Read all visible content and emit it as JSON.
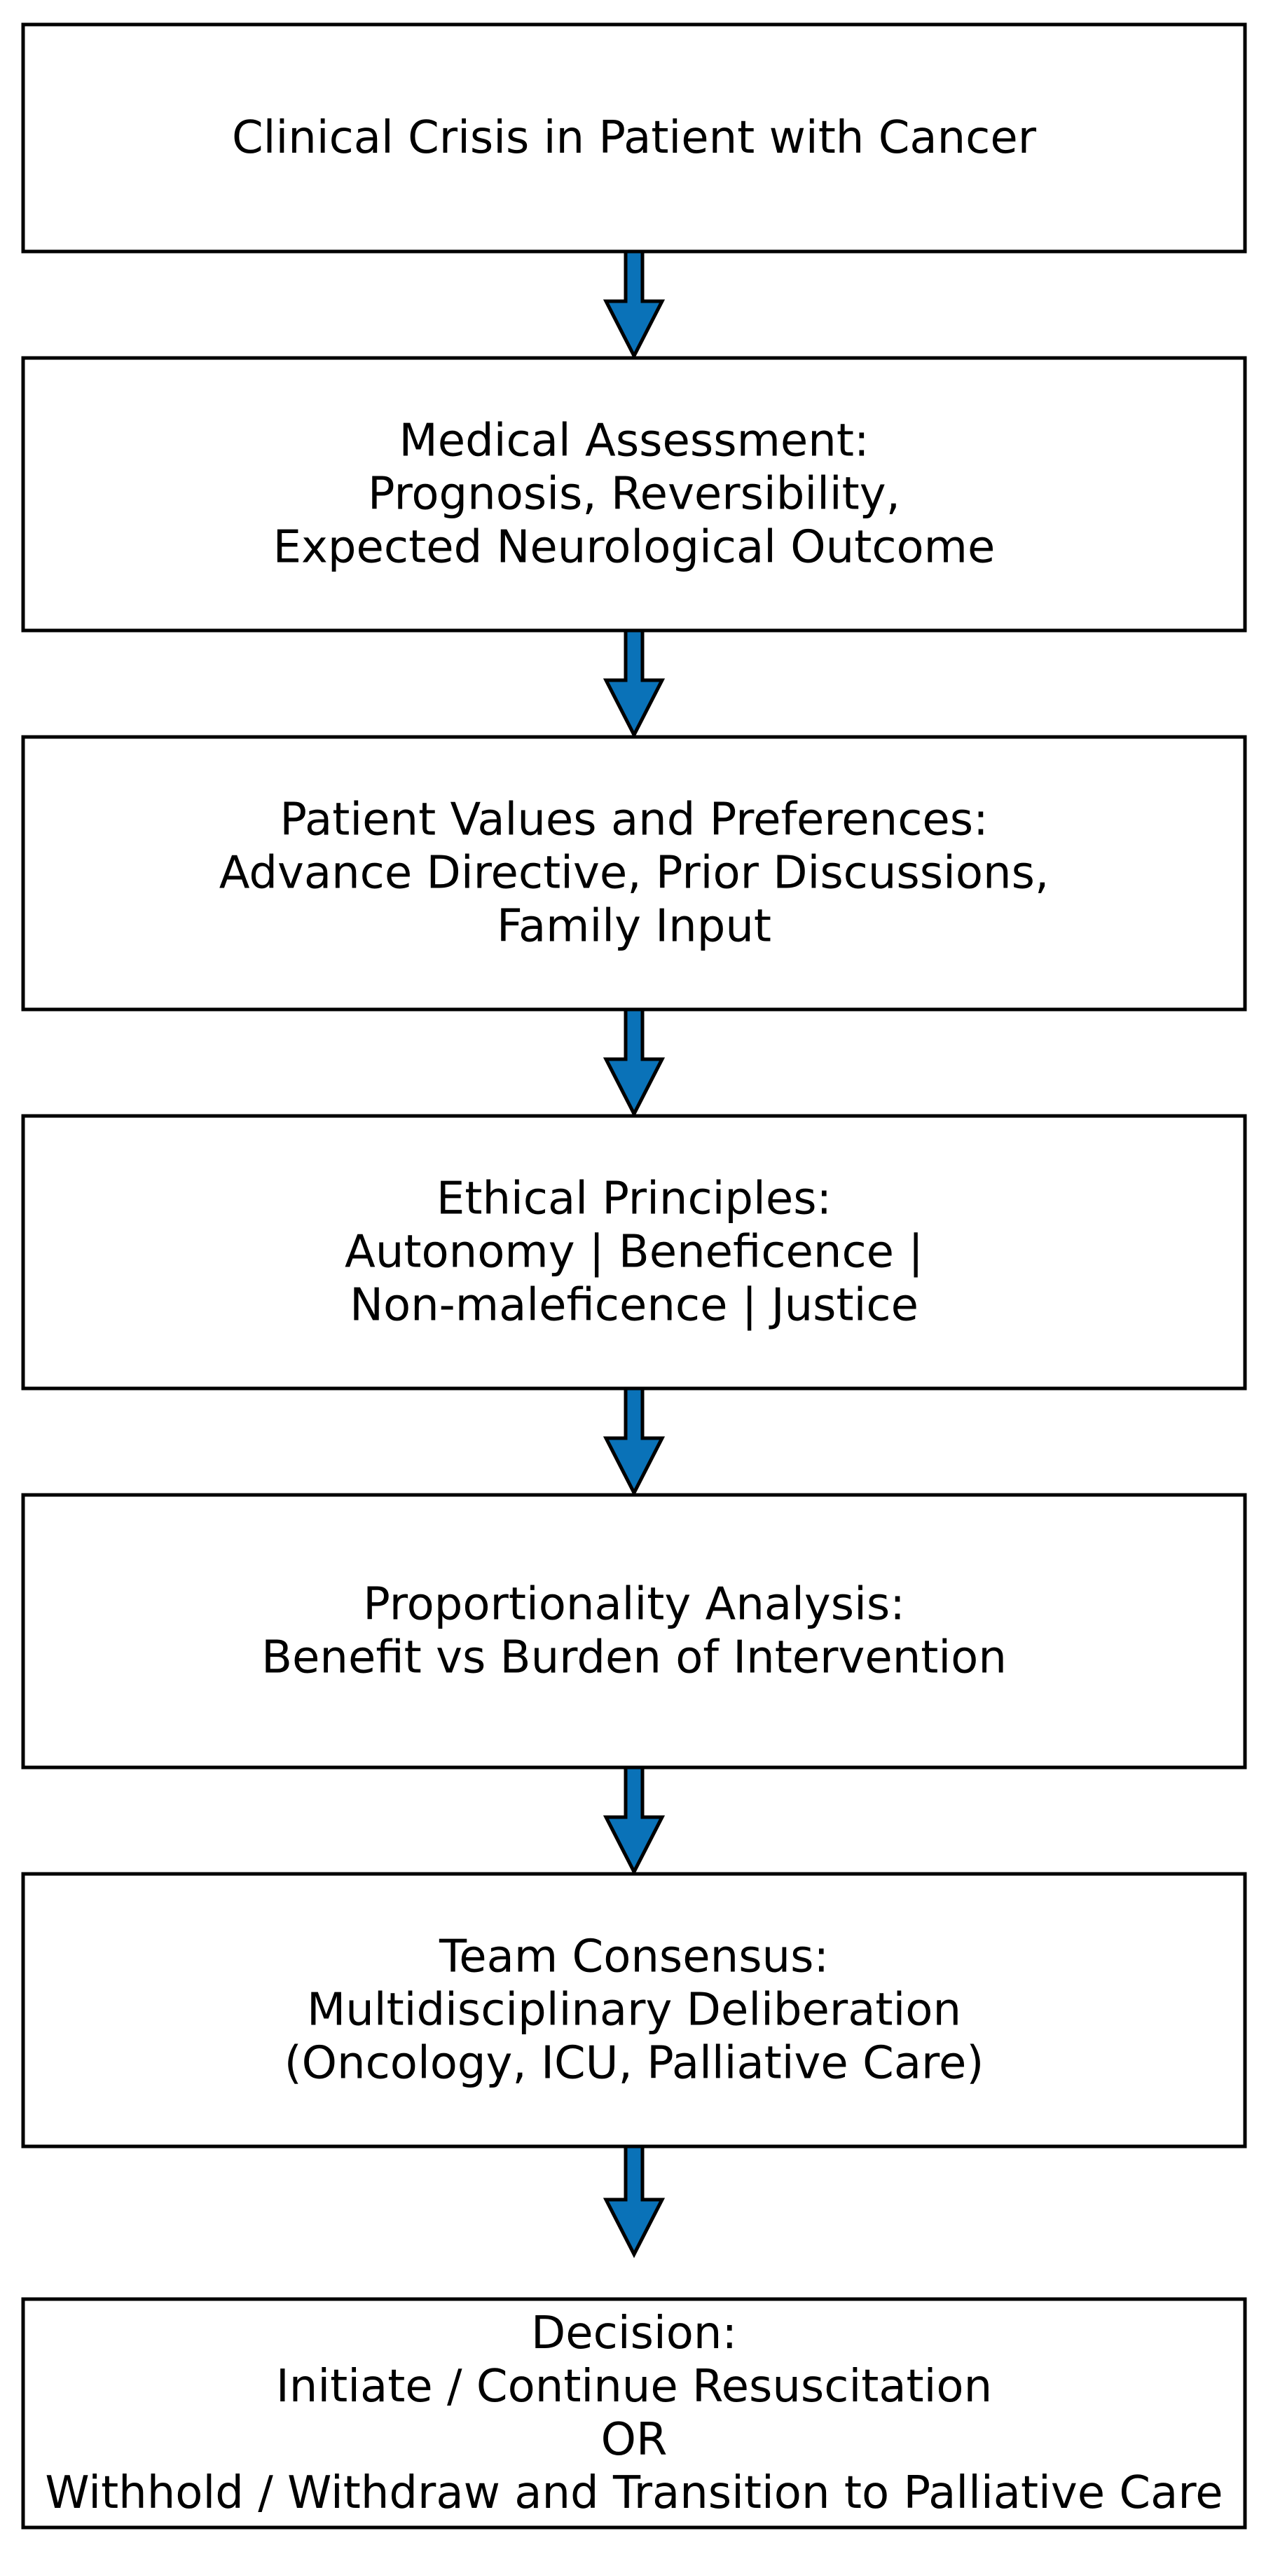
{
  "colors": {
    "arrow_fill": "#0a72b8",
    "stroke": "#000000",
    "box_fill": "#ffffff",
    "text": "#000000"
  },
  "steps": [
    {
      "lines": [
        "Clinical Crisis in Patient with Cancer"
      ]
    },
    {
      "lines": [
        "Medical Assessment:",
        "Prognosis, Reversibility,",
        "Expected Neurological Outcome"
      ]
    },
    {
      "lines": [
        "Patient Values and Preferences:",
        "Advance Directive, Prior Discussions,",
        "Family Input"
      ]
    },
    {
      "lines": [
        "Ethical Principles:",
        "Autonomy | Beneficence |",
        "Non-maleficence | Justice"
      ]
    },
    {
      "lines": [
        "Proportionality Analysis:",
        "Benefit vs Burden of Intervention"
      ]
    },
    {
      "lines": [
        "Team Consensus:",
        "Multidisciplinary Deliberation",
        "(Oncology, ICU, Palliative Care)"
      ]
    },
    {
      "lines": [
        "Decision:",
        "Initiate / Continue Resuscitation",
        "OR",
        "Withhold / Withdraw and Transition to Palliative Care"
      ]
    }
  ]
}
